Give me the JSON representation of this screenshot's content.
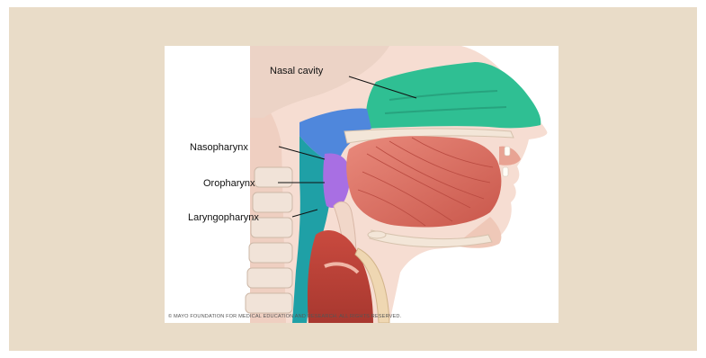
{
  "labels": {
    "nasal_cavity": "Nasal cavity",
    "nasopharynx": "Nasopharynx",
    "oropharynx": "Oropharynx",
    "laryngopharynx": "Laryngopharynx"
  },
  "credit": "© MAYO FOUNDATION FOR MEDICAL EDUCATION AND RESEARCH. ALL RIGHTS RESERVED.",
  "colors": {
    "background": "#e9dcc8",
    "nasal_cavity": "#2fbf93",
    "nasopharynx": "#4f87dc",
    "oropharynx": "#a86fe3",
    "laryngopharynx": "#1fa0a6",
    "tissue": "#d9655a",
    "skin": "#f6ddd2"
  }
}
